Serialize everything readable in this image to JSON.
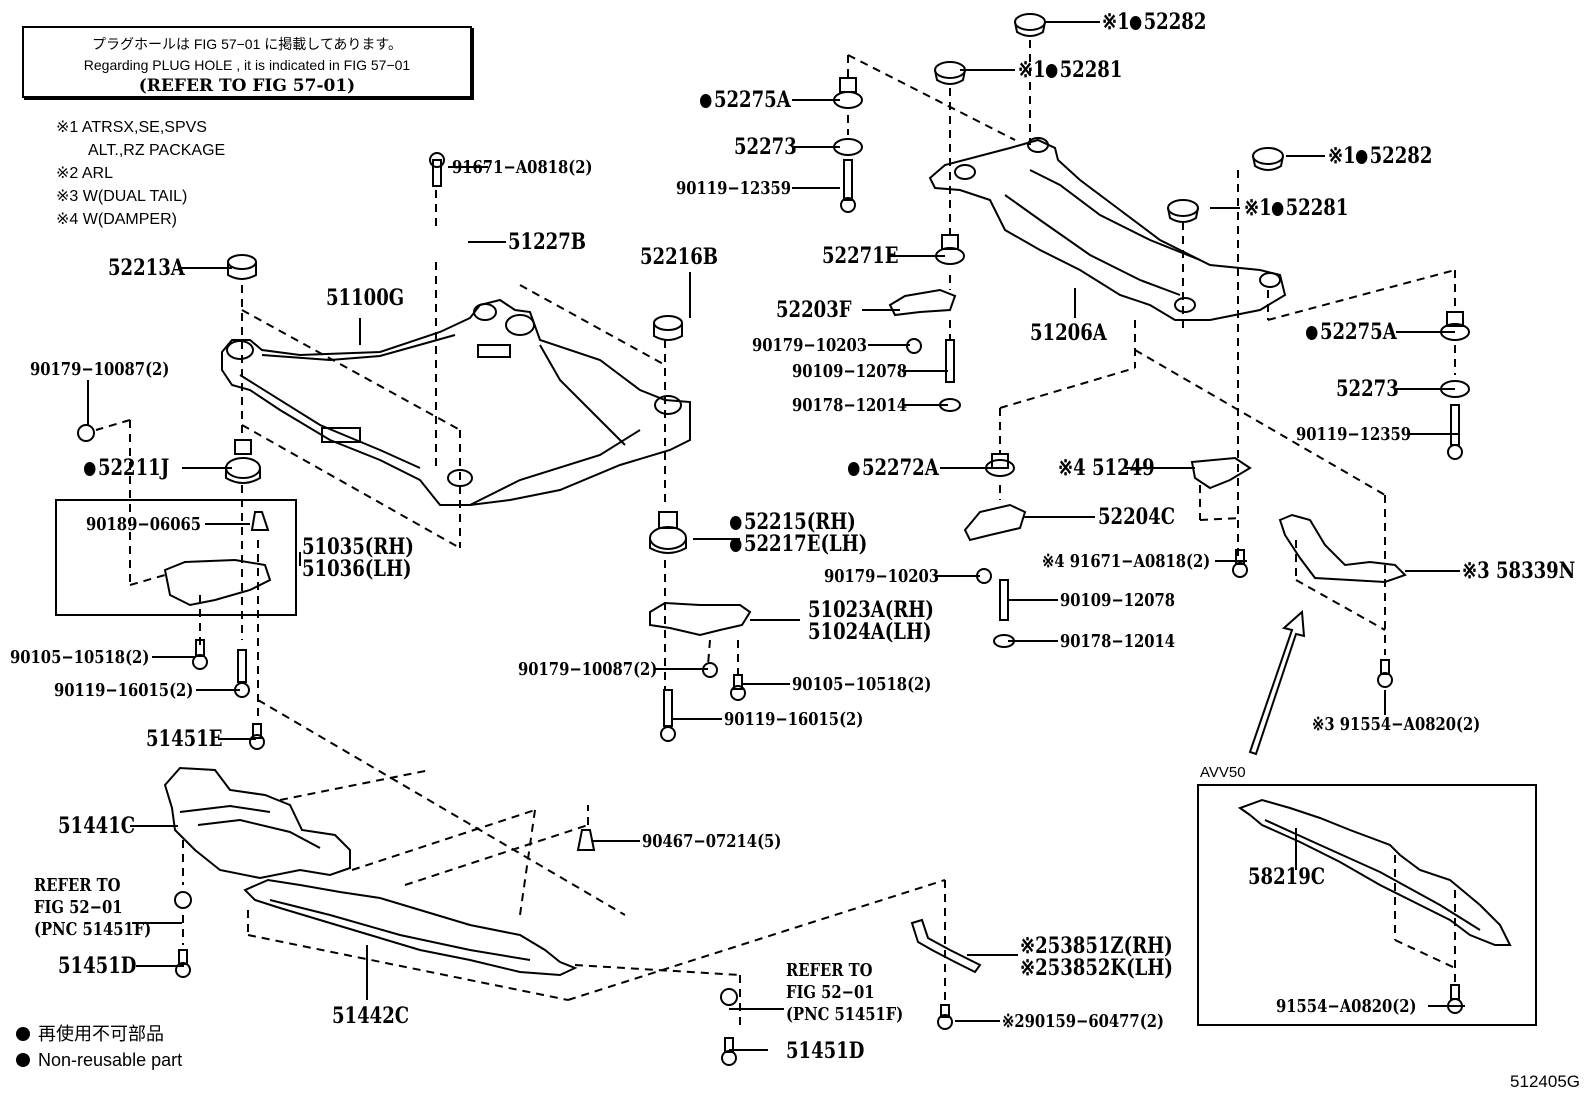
{
  "header_note": {
    "japanese": "プラグホールは FIG 57−01 に掲載してあります。",
    "english": "Regarding  PLUG  HOLE , it is indicated in FIG  57−01",
    "reference": "(REFER  TO  FIG  57-01)"
  },
  "condition_notes": [
    {
      "mark": "※1",
      "text": "ATRSX,SE,SPVS"
    },
    {
      "mark": "",
      "text": "ALT.,RZ PACKAGE"
    },
    {
      "mark": "※2",
      "text": "ARL"
    },
    {
      "mark": "※3",
      "text": "W(DUAL TAIL)"
    },
    {
      "mark": "※4",
      "text": "W(DAMPER)"
    }
  ],
  "legend": {
    "japanese": "再使用不可部品",
    "english": "Non-reusable part"
  },
  "figure_id": "512405G",
  "inset": {
    "title": "AVV50"
  },
  "parts": {
    "p91671_top": "91671−A0818(2)",
    "p51227B": "51227B",
    "p52213A": "52213A",
    "p51100G": "51100G",
    "p52216B": "52216B",
    "p90179_10087_left": "90179−10087(2)",
    "p52211J": "52211J",
    "p90189": "90189−06065",
    "p51035": "51035(RH)",
    "p51036": "51036(LH)",
    "p90105_left": "90105−10518(2)",
    "p90119_16015_left": "90119−16015(2)",
    "p51451E": "51451E",
    "p52215": "52215(RH)",
    "p52217E": "52217E(LH)",
    "p51023A": "51023A(RH)",
    "p51024A": "51024A(LH)",
    "p90179_10087_mid": "90179−10087(2)",
    "p90105_mid": "90105−10518(2)",
    "p90119_16015_mid": "90119−16015(2)",
    "p51441C": "51441C",
    "p90467": "90467−07214(5)",
    "refer_left_1": "REFER  TO",
    "refer_left_2": "FIG  52−01",
    "refer_left_3": "(PNC  51451F)",
    "p51451D_left": "51451D",
    "p51442C": "51442C",
    "refer_mid_1": "REFER  TO",
    "refer_mid_2": "FIG  52−01",
    "refer_mid_3": "(PNC  51451F)",
    "p51451D_mid": "51451D",
    "p53851Z": "53851Z(RH)",
    "p53852K": "53852K(LH)",
    "p90159": "90159−60477(2)",
    "p52275A_left": "52275A",
    "p52273_left": "52273",
    "p90119_12359_left": "90119−12359",
    "p52282_top": "52282",
    "p52281_top": "52281",
    "p52271E": "52271E",
    "p52203F": "52203F",
    "p90179_10203_top": "90179−10203",
    "p90109_top": "90109−12078",
    "p90178_top": "90178−12014",
    "p51206A": "51206A",
    "p52282_right": "52282",
    "p52281_right": "52281",
    "p52275A_right": "52275A",
    "p52273_right": "52273",
    "p90119_12359_right": "90119−12359",
    "p52272A": "52272A",
    "p51249": "51249",
    "p52204C": "52204C",
    "p91671_right": "91671−A0818(2)",
    "p90179_10203_bot": "90179−10203",
    "p90109_bot": "90109−12078",
    "p90178_bot": "90178−12014",
    "p58339N": "58339N",
    "p91554_right": "91554−A0820(2)",
    "p58219C": "58219C",
    "p91554_inset": "91554−A0820(2)"
  },
  "marks": {
    "m1": "※1",
    "m2": "※2",
    "m3": "※3",
    "m4": "※4"
  }
}
